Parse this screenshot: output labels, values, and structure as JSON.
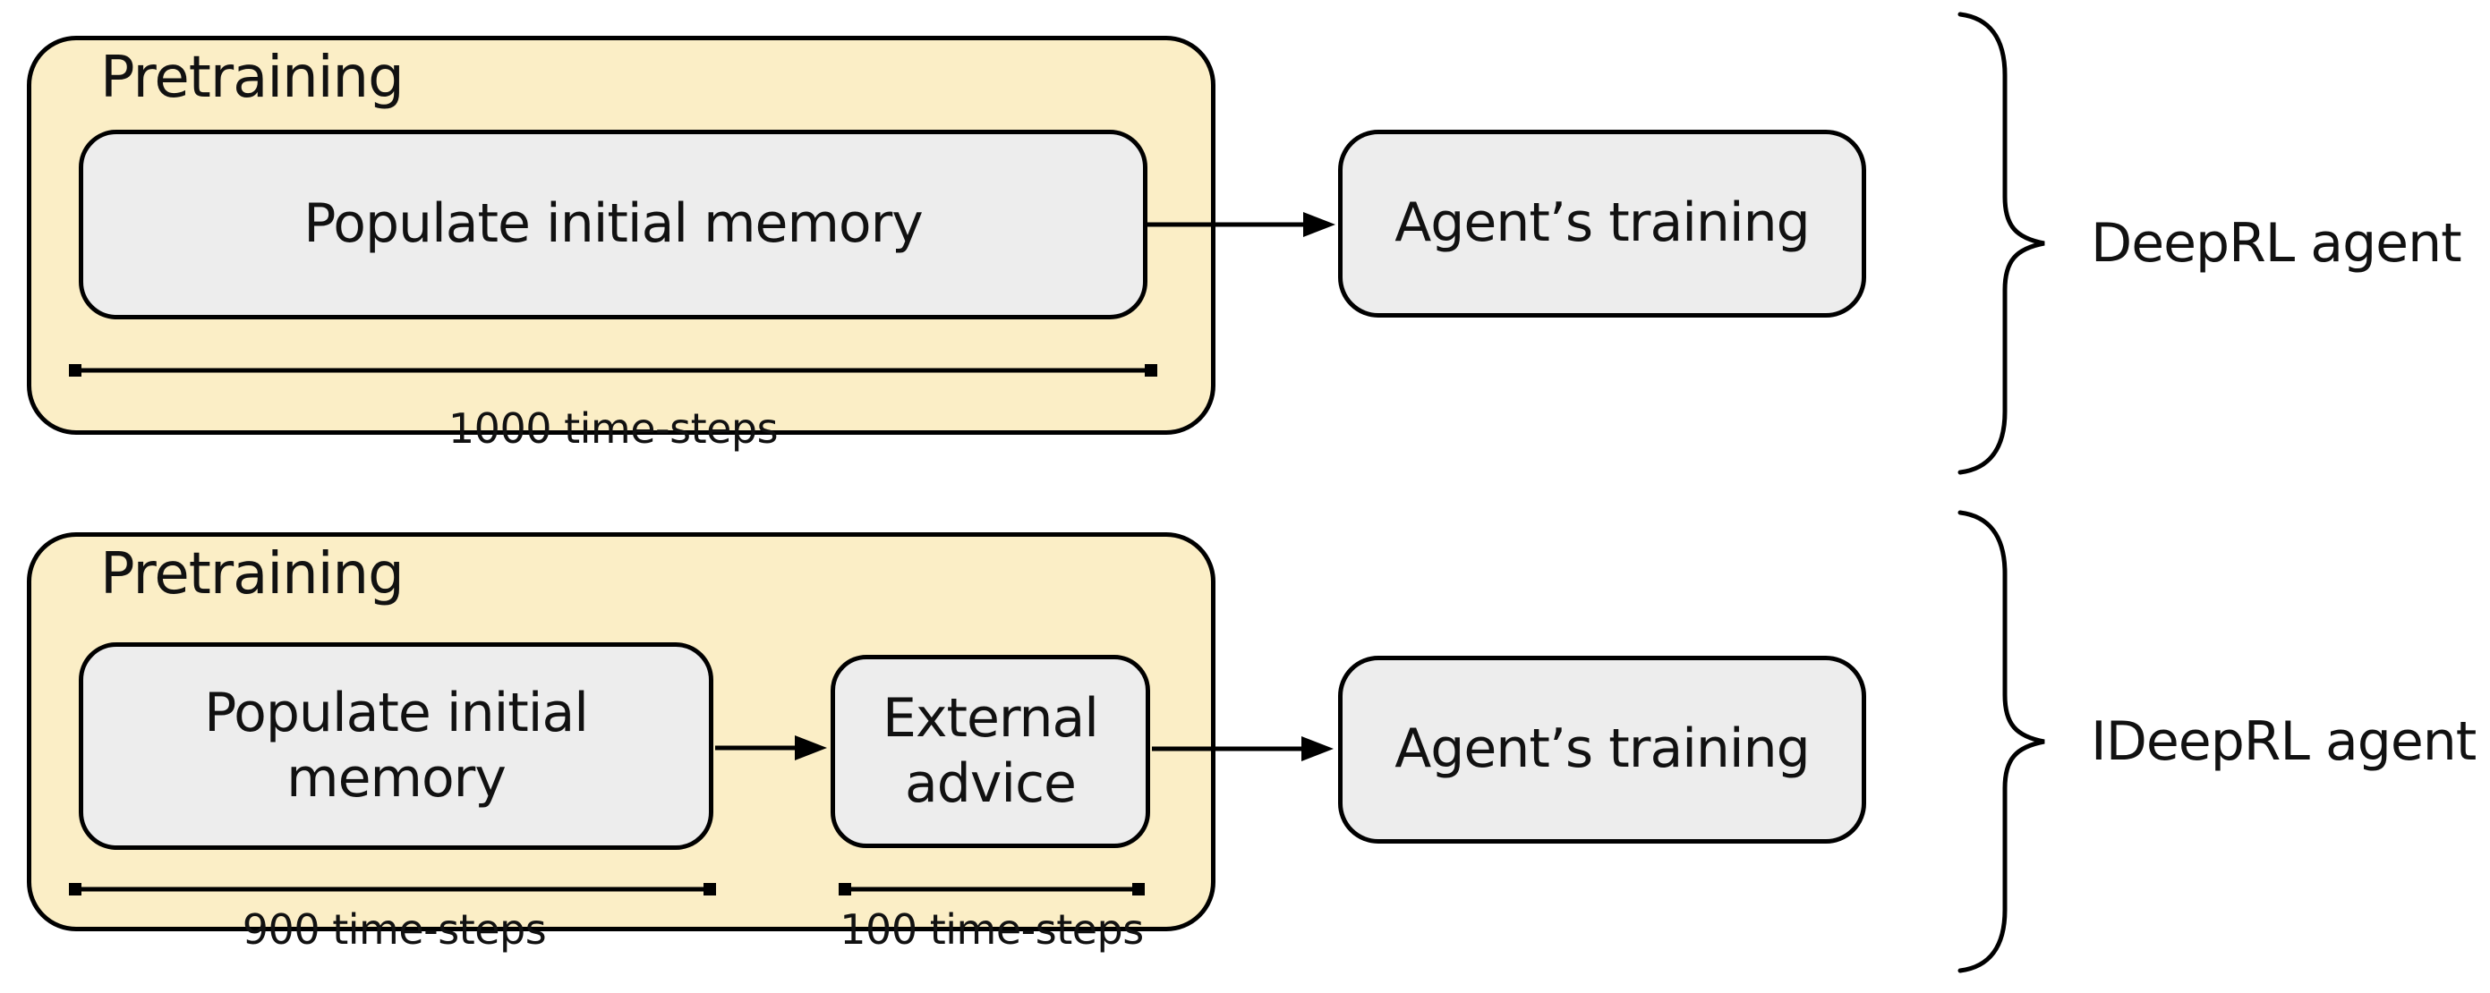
{
  "colors": {
    "pretraining_fill": "#FBEEC6",
    "box_fill": "#EDEDED",
    "stroke": "#000000"
  },
  "rows": [
    {
      "group_label": "Pretraining",
      "populate_box": "Populate initial memory",
      "training_box": "Agent’s training",
      "durations": [
        "1000 time-steps"
      ],
      "agent_label": "DeepRL agent"
    },
    {
      "group_label": "Pretraining",
      "populate_box": "Populate initial memory",
      "advice_box": "External advice",
      "training_box": "Agent’s training",
      "durations": [
        "900 time-steps",
        "100 time-steps"
      ],
      "agent_label": "IDeepRL agent"
    }
  ]
}
